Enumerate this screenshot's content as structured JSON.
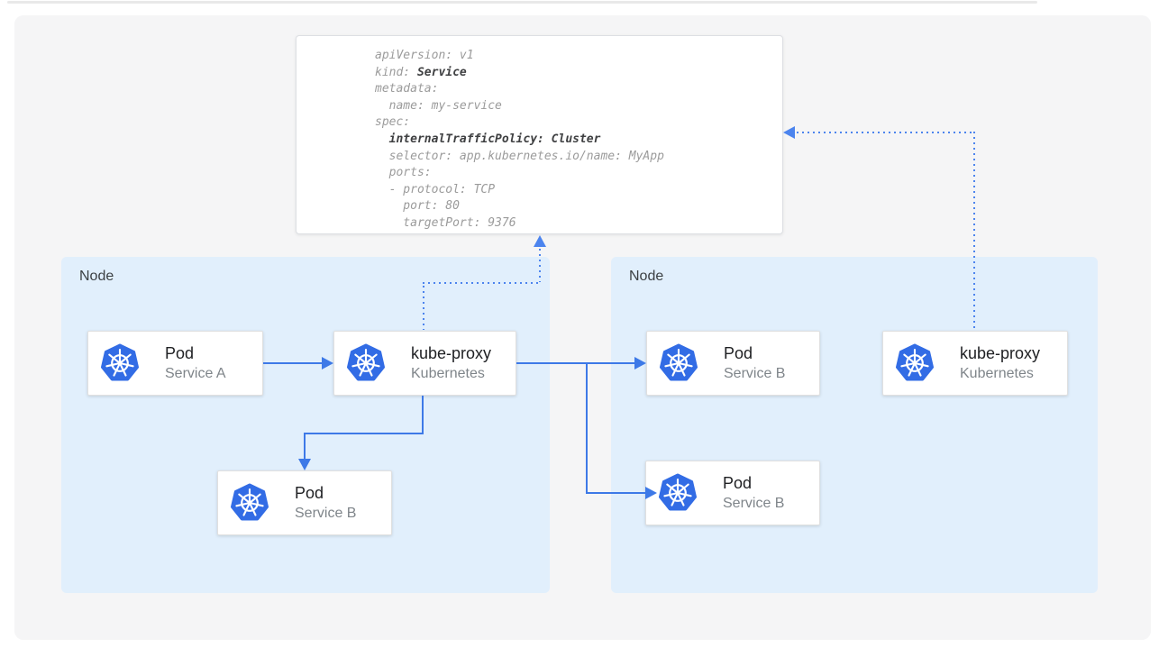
{
  "yaml": {
    "lines": [
      {
        "pre": "apiVersion: v1",
        "bold": ""
      },
      {
        "pre": "kind: ",
        "bold": "Service"
      },
      {
        "pre": "metadata:",
        "bold": ""
      },
      {
        "pre": "  name: my-service",
        "bold": ""
      },
      {
        "pre": "spec:",
        "bold": ""
      },
      {
        "pre": "  ",
        "bold": "internalTrafficPolicy: Cluster"
      },
      {
        "pre": "  selector: app.kubernetes.io/name: MyApp",
        "bold": ""
      },
      {
        "pre": "  ports:",
        "bold": ""
      },
      {
        "pre": "  - protocol: TCP",
        "bold": ""
      },
      {
        "pre": "    port: 80",
        "bold": ""
      },
      {
        "pre": "    targetPort: 9376",
        "bold": ""
      }
    ]
  },
  "nodes": [
    {
      "label": "Node"
    },
    {
      "label": "Node"
    }
  ],
  "cards": [
    {
      "title": "Pod",
      "subtitle": "Service A"
    },
    {
      "title": "kube-proxy",
      "subtitle": "Kubernetes"
    },
    {
      "title": "Pod",
      "subtitle": "Service B"
    },
    {
      "title": "Pod",
      "subtitle": "Service B"
    },
    {
      "title": "kube-proxy",
      "subtitle": "Kubernetes"
    },
    {
      "title": "Pod",
      "subtitle": "Service B"
    }
  ],
  "icons": {
    "kubernetes": "kubernetes-helm-wheel-icon"
  },
  "colors": {
    "k8s_blue": "#326ce5",
    "arrow_blue": "#3d79e7",
    "dotted_blue": "#4c84ee",
    "node_bg": "#e1effc",
    "canvas_bg": "#f5f5f6",
    "card_border": "#e0e0e0",
    "yaml_text": "#9b9b9b",
    "yaml_bold": "#3f4042",
    "title_text": "#202124",
    "subtitle_text": "#7f858a",
    "node_label": "#3c4043"
  }
}
